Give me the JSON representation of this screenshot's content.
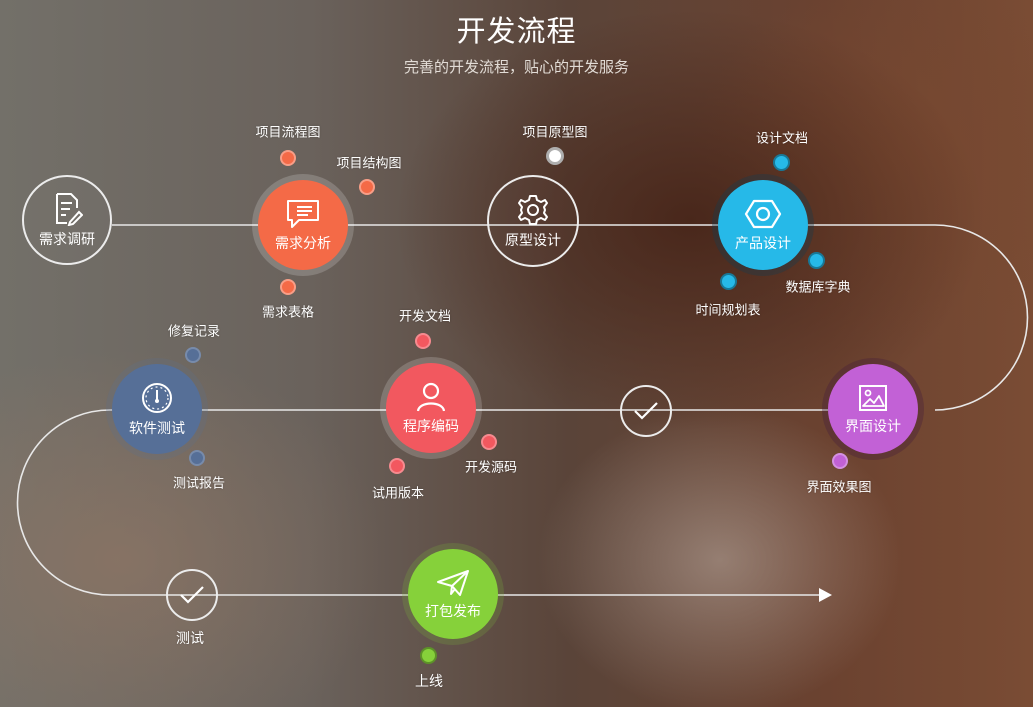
{
  "header": {
    "title": "开发流程",
    "subtitle": "完善的开发流程，贴心的开发服务"
  },
  "colors": {
    "line": "#e8e8e8",
    "analysis": "#f46a47",
    "prototype_dot": "#ffffff",
    "design": "#26b9e8",
    "interface": "#c261d6",
    "coding": "#f2585f",
    "testing": "#566f97",
    "release": "#86d13a"
  },
  "nodes": {
    "research": {
      "label": "需求调研",
      "icon": "document-pencil-icon"
    },
    "analysis": {
      "label": "需求分析",
      "icon": "chat-bubble-icon"
    },
    "prototype": {
      "label": "原型设计",
      "icon": "gear-icon"
    },
    "product_design": {
      "label": "产品设计",
      "icon": "hexagon-icon"
    },
    "ui_design": {
      "label": "界面设计",
      "icon": "image-icon"
    },
    "coding": {
      "label": "程序编码",
      "icon": "user-icon"
    },
    "testing": {
      "label": "软件测试",
      "icon": "gauge-icon"
    },
    "release": {
      "label": "打包发布",
      "icon": "paper-plane-icon"
    }
  },
  "checkpoints": {
    "middle": {
      "icon": "check-icon"
    },
    "test": {
      "icon": "check-icon",
      "label": "测试"
    }
  },
  "sub_items": {
    "flow_chart": "项目流程图",
    "structure_chart": "项目结构图",
    "requirement_table": "需求表格",
    "prototype_chart": "项目原型图",
    "design_doc": "设计文档",
    "schedule": "时间规划表",
    "data_dictionary": "数据库字典",
    "ui_effect": "界面效果图",
    "dev_doc": "开发文档",
    "source_code": "开发源码",
    "trial_version": "试用版本",
    "fix_log": "修复记录",
    "test_report": "测试报告",
    "online": "上线"
  }
}
